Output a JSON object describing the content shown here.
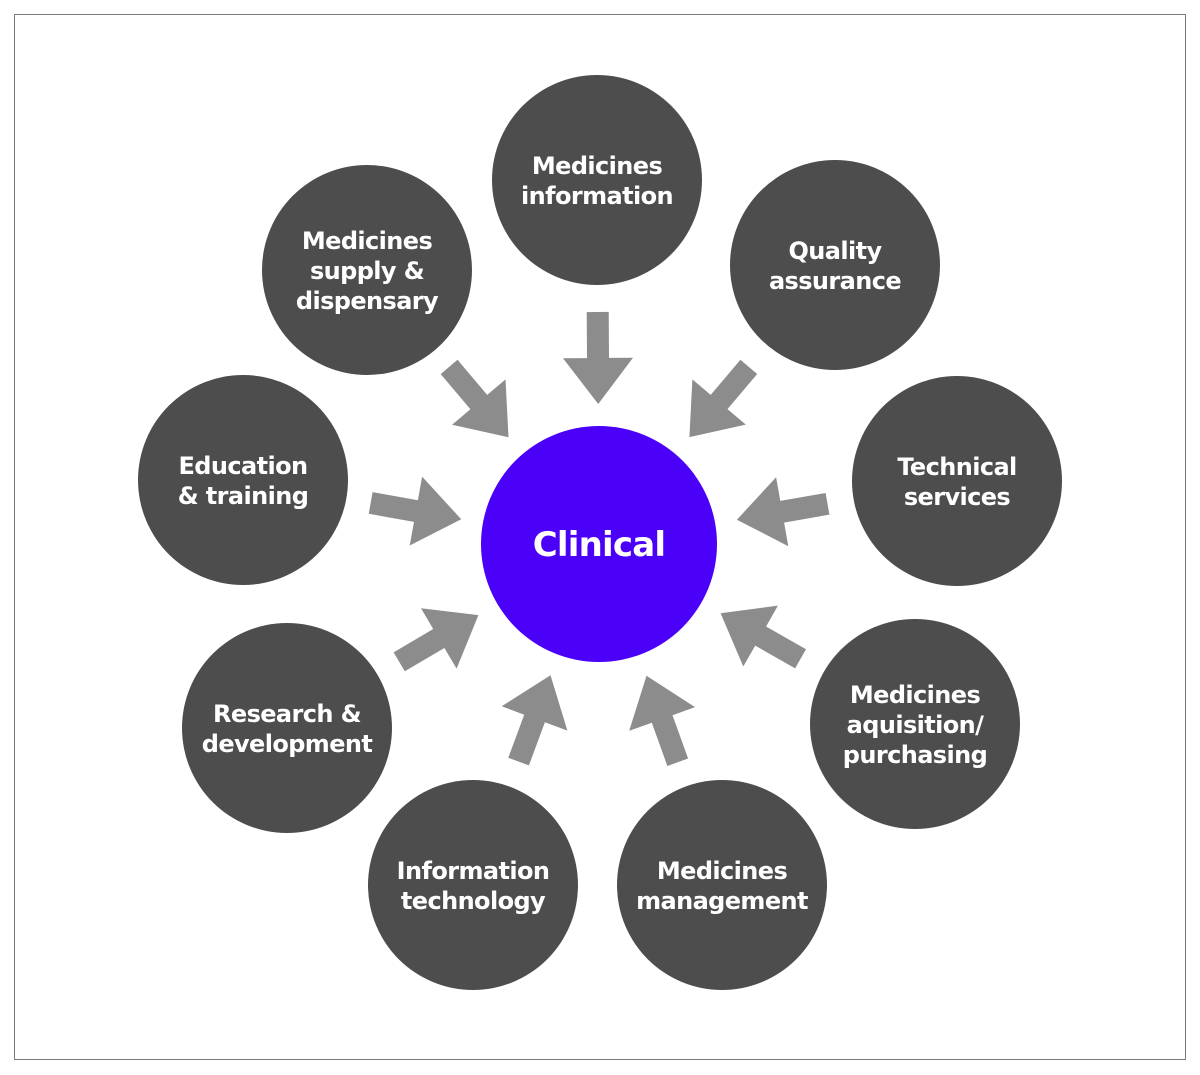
{
  "center": {
    "label": "Clinical",
    "color": "#4b00f8"
  },
  "colors": {
    "node": "#4d4d4d",
    "arrow": "#8c8c8c",
    "text": "#ffffff",
    "frame": "#7a7a7a"
  },
  "nodes": [
    {
      "id": "medicines-information",
      "lines": [
        "Medicines",
        "information"
      ]
    },
    {
      "id": "quality-assurance",
      "lines": [
        "Quality",
        "assurance"
      ]
    },
    {
      "id": "technical-services",
      "lines": [
        "Technical",
        "services"
      ]
    },
    {
      "id": "medicines-aquisition-purchasing",
      "lines": [
        "Medicines",
        "aquisition/",
        "purchasing"
      ]
    },
    {
      "id": "medicines-management",
      "lines": [
        "Medicines",
        "management"
      ]
    },
    {
      "id": "information-technology",
      "lines": [
        "Information",
        "technology"
      ]
    },
    {
      "id": "research-development",
      "lines": [
        "Research &",
        "development"
      ]
    },
    {
      "id": "education-training",
      "lines": [
        "Education",
        "& training"
      ]
    },
    {
      "id": "medicines-supply-dispensary",
      "lines": [
        "Medicines",
        "supply &",
        "dispensary"
      ]
    }
  ]
}
